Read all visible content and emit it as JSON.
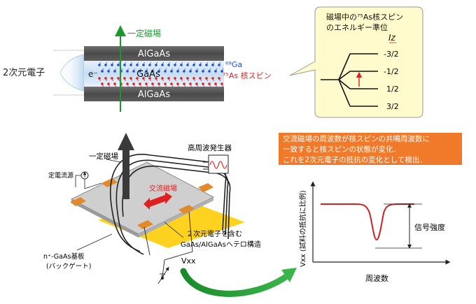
{
  "top": {
    "field_label": "一定磁場",
    "two_deg": "2次元電子",
    "algaas_top": "AlGaAs",
    "algaas_bottom": "AlGaAs",
    "gaas": "GaAs",
    "electron": "e⁻",
    "ga69": "⁶⁹Ga",
    "as75_nuclear_spin": "⁷⁵As 核スピン"
  },
  "energy_bubble": {
    "title_line1": "磁場中の⁷⁵As核スピン",
    "title_line2": "のエネルギー準位",
    "axis_symbol": "Iz",
    "levels": [
      "-3/2",
      "-1/2",
      "1/2",
      "3/2"
    ]
  },
  "setup": {
    "field_label": "一定磁場",
    "rf_generator": "高周波発生器",
    "current_source": "定電流源",
    "ac_field": "交流磁場",
    "heterostructure_line1": "２次元電子を含む",
    "heterostructure_line2": "GaAs/AlGaAsヘテロ構造",
    "substrate_line1": "n⁺-GaAs基板",
    "substrate_line2": "(バックゲート)",
    "vxx": "Vxx"
  },
  "explanation": {
    "line1": "交流磁場の周波数が核スピンの共鳴周波数に",
    "line2": "一致すると核スピンの状態が変化．",
    "line3": "これを2次元電子の抵抗の変化として検出．"
  },
  "graph": {
    "y_label": "Vxx (試料の抵抗に比例)",
    "x_label": "周波数",
    "signal_label": "信号強度"
  },
  "colors": {
    "field_arrow": "#1a9a2e",
    "as_red": "#e02020",
    "ga_blue": "#1f4fd0",
    "callout": "#f07a2a",
    "resonance_curve": "#d42020",
    "bubble_fill": "#fffbcc"
  }
}
